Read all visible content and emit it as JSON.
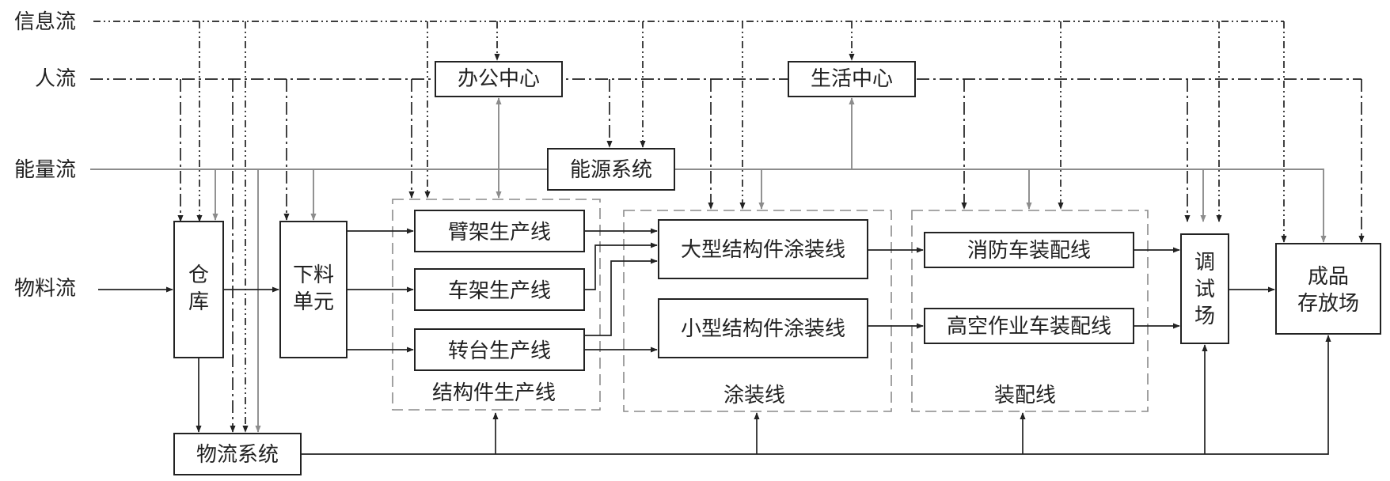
{
  "flows": {
    "info": "信息流",
    "people": "人流",
    "energy": "能量流",
    "material": "物料流"
  },
  "nodes": {
    "office_center": "办公中心",
    "living_center": "生活中心",
    "energy_system": "能源系统",
    "warehouse": [
      "仓",
      "库"
    ],
    "cutting_unit": [
      "下料",
      "单元"
    ],
    "boom_line": "臂架生产线",
    "frame_line": "车架生产线",
    "turntable_line": "转台生产线",
    "large_coating_line": "大型结构件涂装线",
    "small_coating_line": "小型结构件涂装线",
    "fire_truck_assembly": "消防车装配线",
    "aerial_truck_assembly": "高空作业车装配线",
    "test_field": [
      "调",
      "试",
      "场"
    ],
    "product_storage": [
      "成品",
      "存放场"
    ],
    "logistics_system": "物流系统"
  },
  "groups": {
    "structural_lines": "结构件生产线",
    "coating_lines": "涂装线",
    "assembly_lines": "装配线"
  },
  "colors": {
    "black_flow": "#222222",
    "energy_flow": "#8c8c8c",
    "group_border": "#8a8a8a"
  }
}
